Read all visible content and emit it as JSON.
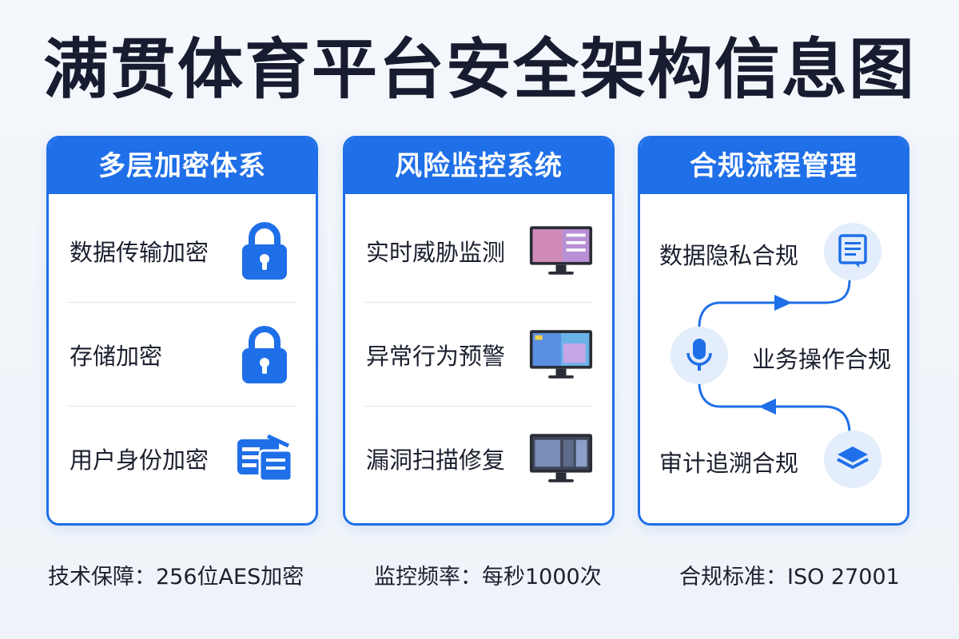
{
  "title": "满贯体育平台安全架构信息图",
  "columns": [
    {
      "header": "多层加密体系",
      "items": [
        {
          "label": "数据传输加密",
          "icon": "lock-icon"
        },
        {
          "label": "存储加密",
          "icon": "lock-icon"
        },
        {
          "label": "用户身份加密",
          "icon": "id-card-icon"
        }
      ]
    },
    {
      "header": "风险监控系统",
      "items": [
        {
          "label": "实时威胁监测",
          "icon": "monitor-icon"
        },
        {
          "label": "异常行为预警",
          "icon": "monitor-icon"
        },
        {
          "label": "漏洞扫描修复",
          "icon": "monitor-icon"
        }
      ]
    },
    {
      "header": "合规流程管理",
      "items": [
        {
          "label": "数据隐私合规",
          "icon": "document-icon"
        },
        {
          "label": "业务操作合规",
          "icon": "microphone-icon"
        },
        {
          "label": "审计追溯合规",
          "icon": "layers-icon"
        }
      ]
    }
  ],
  "footer": {
    "tech": "技术保障：256位AES加密",
    "monitor": "监控频率：每秒1000次",
    "standard": "合规标准：ISO 27001"
  },
  "colors": {
    "accent": "#1f6fe8",
    "title": "#171c30",
    "icon_bg": "#e3edfc"
  }
}
